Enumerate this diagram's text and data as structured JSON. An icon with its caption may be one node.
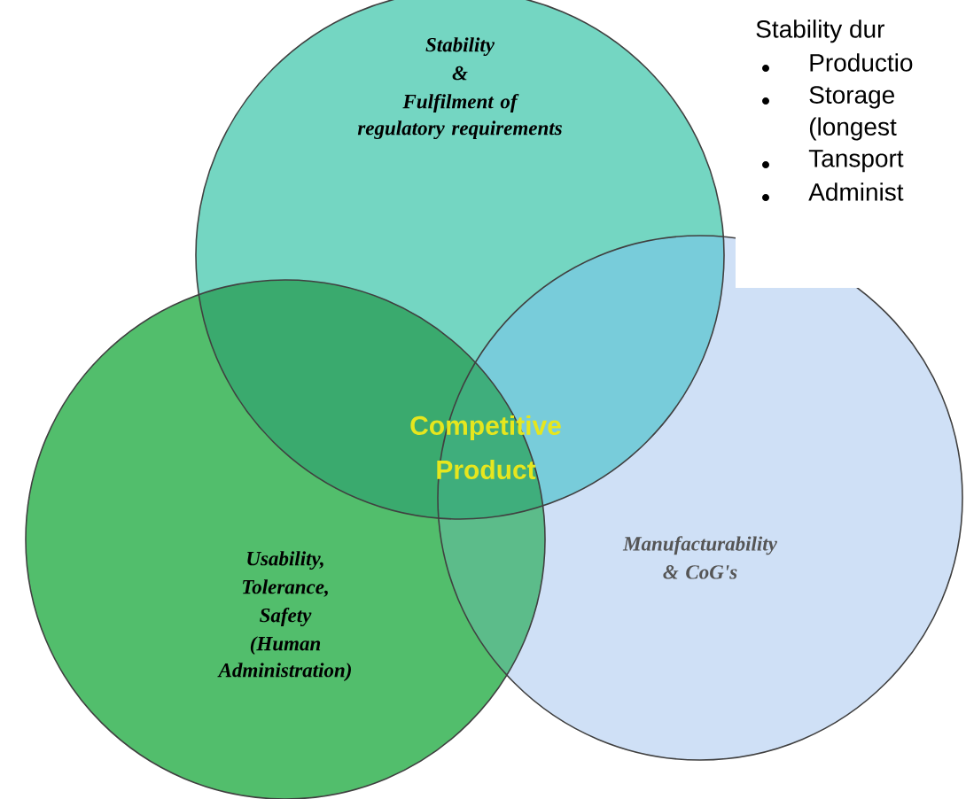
{
  "diagram": {
    "nodes": [
      {
        "text": [
          "Stability",
          "&",
          "Fulfilment of regulatory requirements"
        ]
      },
      {
        "text": [
          "Usability,",
          "Tolerance,",
          "Safety",
          "(Human Administration)"
        ]
      },
      {
        "text": [
          "Manufacturability",
          "& CoG's"
        ]
      }
    ],
    "labels": [
      "Competitive Product",
      "Stability dur",
      "Productio",
      "Storage (longest",
      "Tansport",
      "Administ"
    ]
  }
}
